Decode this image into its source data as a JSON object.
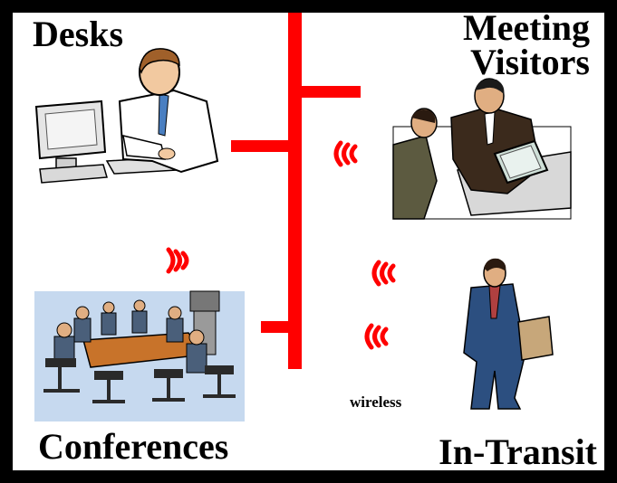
{
  "labels": {
    "desks": "Desks",
    "meeting_line1": "Meeting",
    "meeting_line2": "Visitors",
    "conferences": "Conferences",
    "in_transit": "In-Transit",
    "wireless": "wireless"
  },
  "colors": {
    "network_line": "#ff0000",
    "wireless_signal": "#ff0000",
    "frame": "#000000"
  },
  "icons": {
    "desk_worker": "man-at-computer-icon",
    "meeting": "business-meeting-icon",
    "conference": "conference-table-icon",
    "transit": "man-on-phone-icon",
    "wireless": "wireless-signal-icon"
  }
}
